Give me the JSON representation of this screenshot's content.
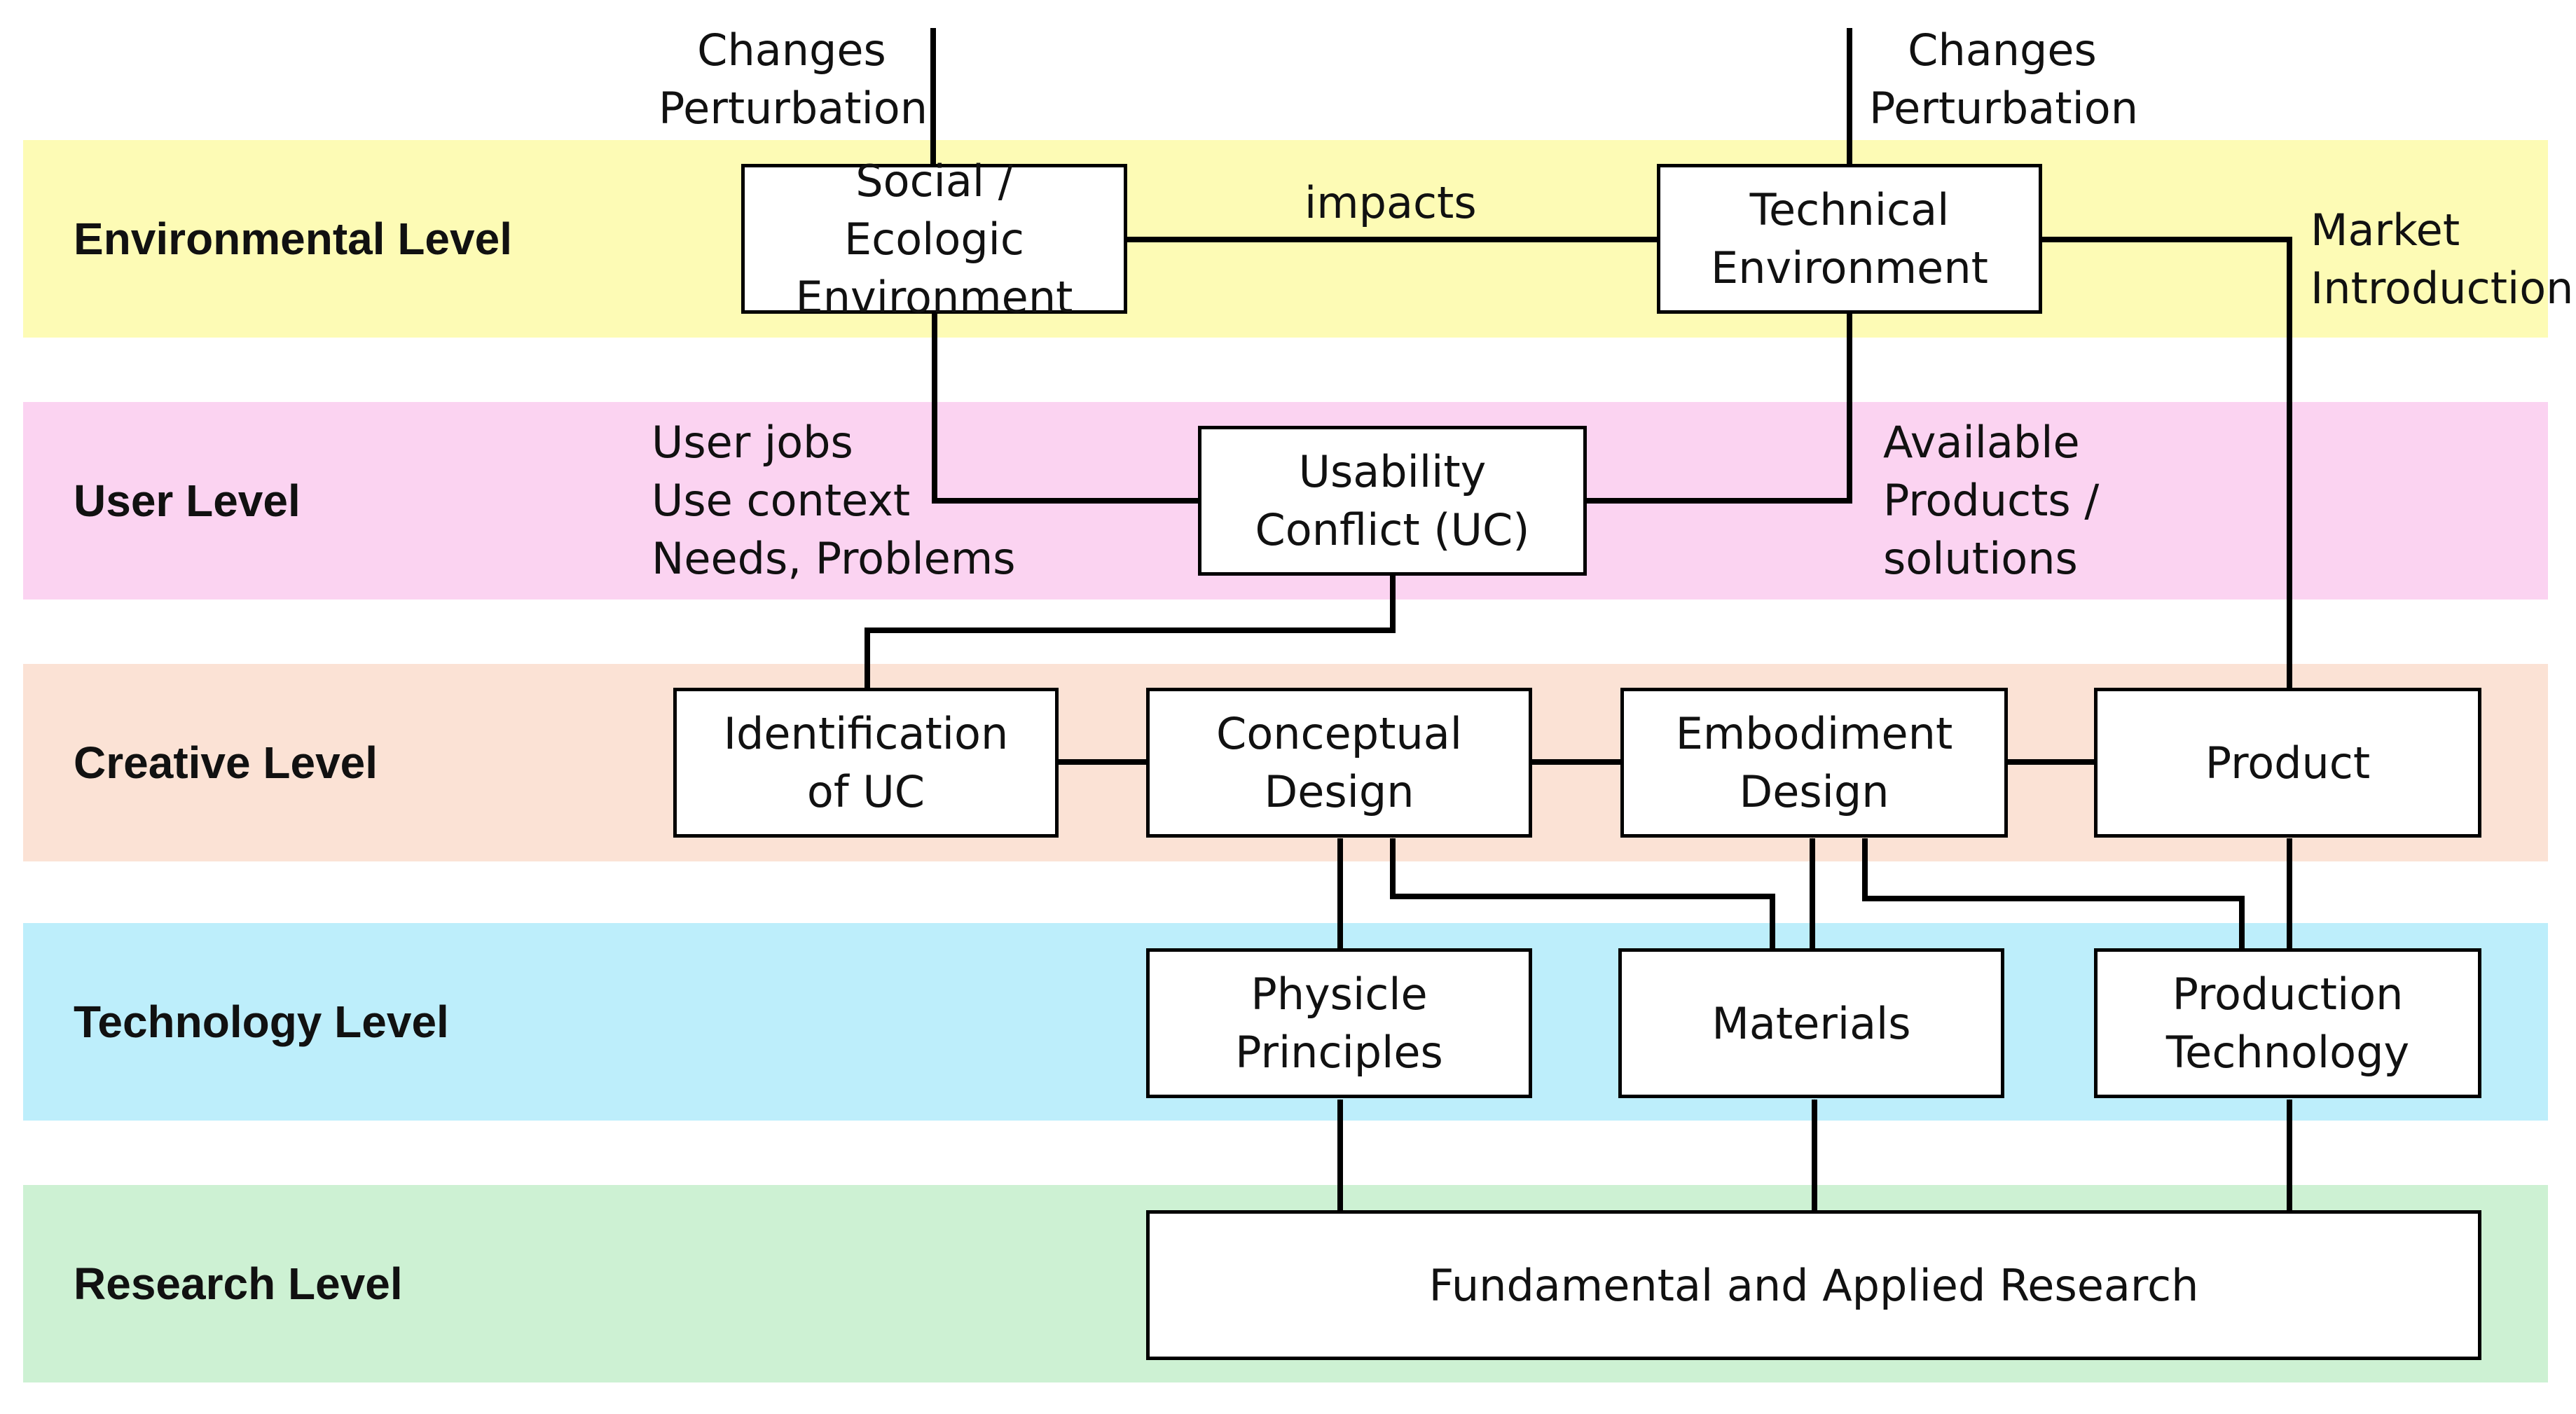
{
  "colors": {
    "environmental": "#fdfbb5",
    "user": "#fbd3f1",
    "creative": "#fbe2d5",
    "technology": "#bdeefb",
    "research": "#cdf1d3",
    "line": "#000000"
  },
  "levels": {
    "environmental": "Environmental Level",
    "user": "User Level",
    "creative": "Creative Level",
    "technology": "Technology Level",
    "research": "Research Level"
  },
  "boxes": {
    "social": [
      "Social /",
      "Ecologic",
      "Environment"
    ],
    "technical": [
      "Technical",
      "Environment"
    ],
    "usability": [
      "Usability",
      "Conflict (UC)"
    ],
    "identification": [
      "Identification",
      "of UC"
    ],
    "conceptual": [
      "Conceptual",
      "Design"
    ],
    "embodiment": [
      "Embodiment",
      "Design"
    ],
    "product": [
      "Product"
    ],
    "physics": [
      "Physicle",
      "Principles"
    ],
    "materials": [
      "Materials"
    ],
    "production": [
      "Production",
      "Technology"
    ],
    "research": [
      "Fundamental and Applied Research"
    ]
  },
  "annotations": {
    "changes_left": [
      "Changes",
      "Perturbation"
    ],
    "changes_right": [
      "Changes",
      "Perturbation"
    ],
    "impacts": "impacts",
    "market": [
      "Market",
      "Introduction"
    ],
    "user_needs": [
      "User jobs",
      "Use context",
      "Needs, Problems"
    ],
    "available": [
      "Available",
      "Products /",
      "solutions"
    ]
  }
}
